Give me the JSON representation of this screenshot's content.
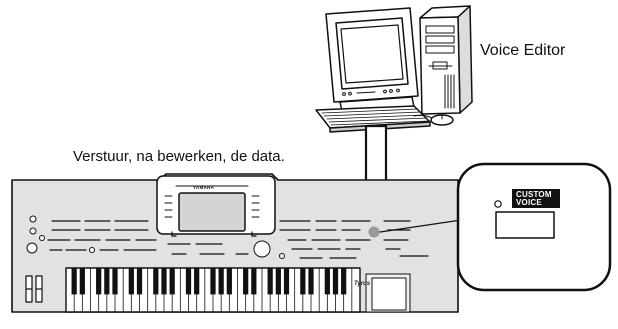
{
  "labels": {
    "voice_editor": "Voice Editor",
    "send_after_edit": "Verstuur, na bewerken, de data.",
    "custom": "CUSTOM",
    "voice": "VOICE",
    "brand": "YAMAHA",
    "model": "Tyros"
  },
  "colors": {
    "ink": "#111111",
    "paper": "#ffffff",
    "panel_gray": "#e2e2e2",
    "button_gray": "#9a9a9a",
    "lcd_gray": "#cfcfcf"
  },
  "icons": [
    "computer-monitor-icon",
    "tower-pc-icon",
    "keyboard-icon",
    "mouse-icon",
    "down-arrow-icon",
    "synthesizer-icon",
    "callout-bubble-icon"
  ]
}
